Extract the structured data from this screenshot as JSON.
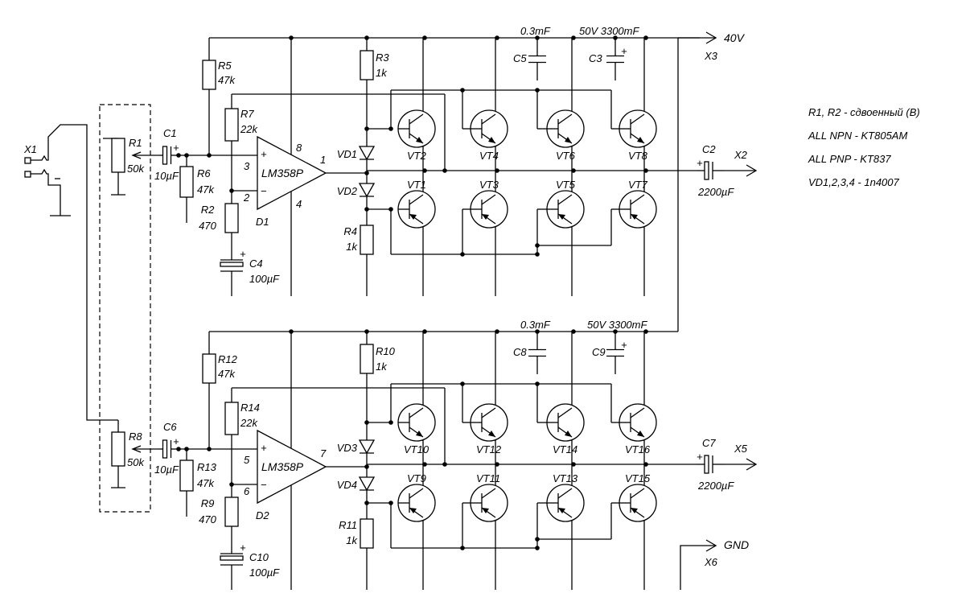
{
  "labels": {
    "x1": "X1",
    "x2": "X2",
    "x3": "X3",
    "x5": "X5",
    "x6": "X6",
    "v40": "40V",
    "gnd": "GND",
    "r1": "R1",
    "r1v": "50k",
    "r8": "R8",
    "r8v": "50k",
    "c1": "C1",
    "c1v": "10µF",
    "c6": "C6",
    "c6v": "10µF",
    "r5": "R5",
    "r5v": "47k",
    "r12": "R12",
    "r12v": "47k",
    "r7": "R7",
    "r7v": "22k",
    "r14": "R14",
    "r14v": "22k",
    "r6": "R6",
    "r6v": "47k",
    "r13": "R13",
    "r13v": "47k",
    "r2": "R2",
    "r2v": "470",
    "r9": "R9",
    "r9v": "470",
    "c4": "C4",
    "c4v": "100µF",
    "c10": "C10",
    "c10v": "100µF",
    "d1": "D1",
    "d2": "D2",
    "opamp": "LM358P",
    "p8": "8",
    "p3": "3",
    "p2": "2",
    "p1": "1",
    "p4": "4",
    "p5": "5",
    "p6": "6",
    "p7": "7",
    "r3": "R3",
    "r3v": "1k",
    "r10": "R10",
    "r10v": "1k",
    "r4": "R4",
    "r4v": "1k",
    "r11": "R11",
    "r11v": "1k",
    "vd1": "VD1",
    "vd2": "VD2",
    "vd3": "VD3",
    "vd4": "VD4",
    "vt1": "VT1",
    "vt2": "VT2",
    "vt3": "VT3",
    "vt4": "VT4",
    "vt5": "VT5",
    "vt6": "VT6",
    "vt7": "VT7",
    "vt8": "VT8",
    "vt9": "VT9",
    "vt10": "VT10",
    "vt11": "VT11",
    "vt12": "VT12",
    "vt13": "VT13",
    "vt14": "VT14",
    "vt15": "VT15",
    "vt16": "VT16",
    "c5": "C5",
    "c3": "C3",
    "c8": "C8",
    "c9": "C9",
    "c2": "C2",
    "c2v": "2200µF",
    "c7": "C7",
    "c7v": "2200µF",
    "cap03": "0.3mF",
    "cap50": "50V 3300mF",
    "plus": "+",
    "minus": "−"
  },
  "notes": [
    "R1, R2 - сдвоенный (B)",
    "ALL NPN - KT805AM",
    "ALL PNP - KT837",
    "VD1,2,3,4 - 1n4007"
  ]
}
